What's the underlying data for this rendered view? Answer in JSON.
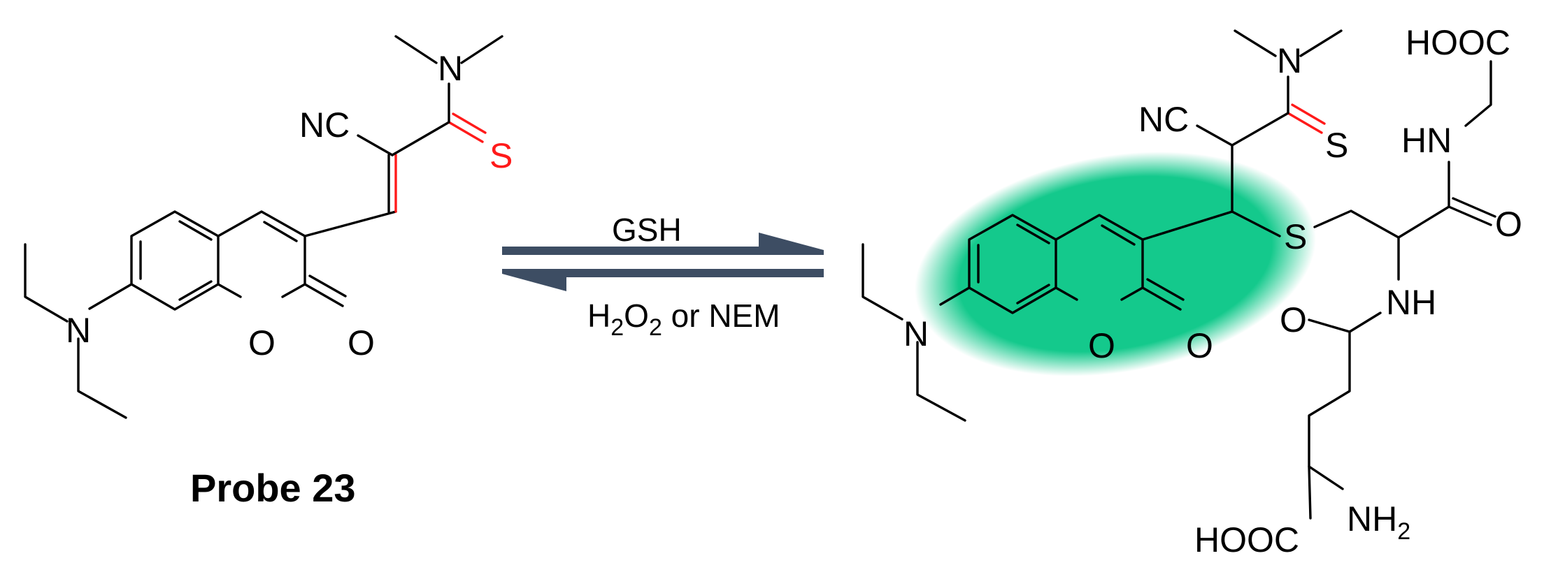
{
  "diagram": {
    "type": "reaction-scheme",
    "colors": {
      "bond": "#000000",
      "thioamide_highlight": "#ff1a1a",
      "fluorophore_glow": "#14c98c",
      "arrow": "#3d4d63"
    },
    "reactant": {
      "caption": "Probe 23",
      "atoms": {
        "nitrile": "NC",
        "thio_sulfur": "S",
        "amide_nitrogen": "N",
        "amine_nitrogen": "N",
        "ring_oxygen": "O",
        "carbonyl_oxygen": "O"
      }
    },
    "arrows": {
      "forward_label": "GSH",
      "reverse_label_parts": [
        "H",
        "2",
        "O",
        "2",
        " or NEM"
      ]
    },
    "product": {
      "atoms": {
        "nitrile": "NC",
        "thio_sulfur": "S",
        "amide_nitrogen": "N",
        "thioether_sulfur": "S",
        "amine_nitrogen": "N",
        "ring_oxygen": "O",
        "lactone_oxygen": "O",
        "acid_top": "HOOC",
        "amide_nh_top": "HN",
        "amide_oxygen_right": "O",
        "amide_nh_mid": "NH",
        "amide_oxygen_left": "O",
        "acid_bottom": "HOOC",
        "amino_base": "NH",
        "amino_sub": "2"
      }
    }
  }
}
